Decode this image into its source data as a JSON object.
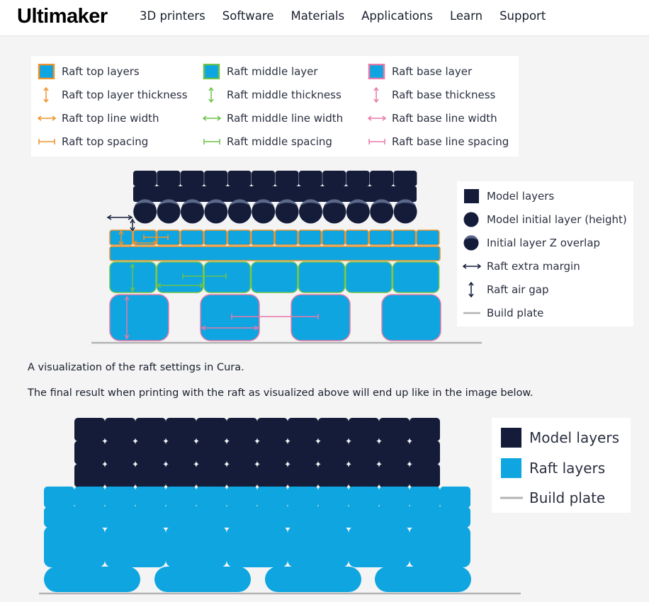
{
  "header": {
    "logo": "Ultimaker",
    "nav": [
      "3D printers",
      "Software",
      "Materials",
      "Applications",
      "Learn",
      "Support"
    ]
  },
  "raft_legend": {
    "columns": [
      [
        "Raft top layers",
        "Raft top layer thickness",
        "Raft top line width",
        "Raft top spacing"
      ],
      [
        "Raft middle layer",
        "Raft middle thickness",
        "Raft middle line width",
        "Raft middle spacing"
      ],
      [
        "Raft base layer",
        "Raft base thickness",
        "Raft base line width",
        "Raft base line spacing"
      ]
    ]
  },
  "model_legend": {
    "items": [
      "Model layers",
      "Model initial layer (height)",
      "Initial layer Z overlap",
      "Raft extra margin",
      "Raft air gap",
      "Build plate"
    ]
  },
  "captions": {
    "visualization": "A visualization of the raft settings in Cura.",
    "final_result": "The final result when printing with the raft as visualized above will end up like in the image below."
  },
  "result_legend": {
    "items": [
      "Model layers",
      "Raft layers",
      "Build plate"
    ]
  },
  "colors": {
    "model": "#141c3a",
    "raft": "#0ea5e0",
    "top_border": "#f0932b",
    "middle_border": "#6cc24a",
    "base_border": "#e87aa8",
    "plate": "#b3b3b3"
  }
}
